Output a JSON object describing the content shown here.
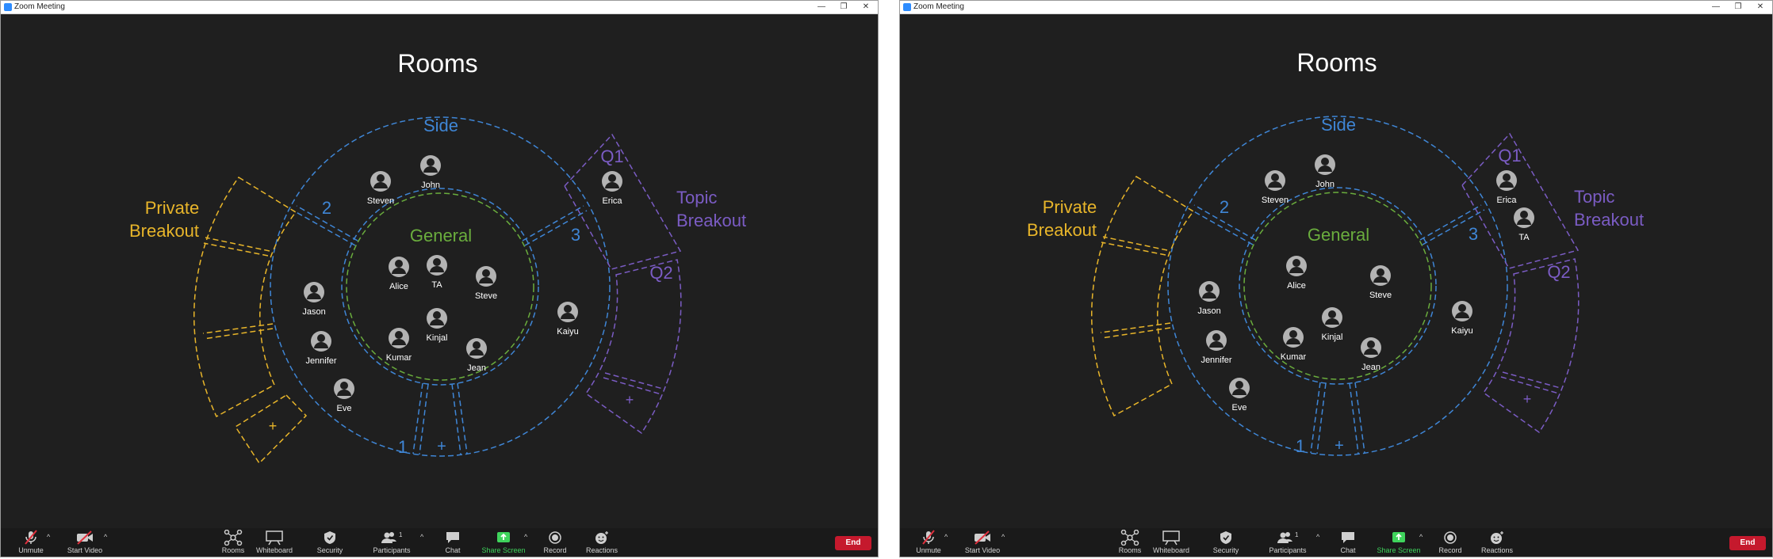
{
  "window": {
    "title": "Zoom Meeting",
    "controls": {
      "minimize": "—",
      "maximize": "❐",
      "close": "✕"
    }
  },
  "stage": {
    "heading": "Rooms",
    "main_room": {
      "label": "General",
      "participants": [
        "Alice",
        "TA",
        "Steve",
        "Kinjal",
        "Kumar",
        "Jean"
      ]
    },
    "side_room": {
      "label": "Side",
      "number_labels": [
        "2",
        "3",
        "1"
      ],
      "add_label": "+"
    },
    "private_breakout": {
      "label_line1": "Private",
      "label_line2": "Breakout",
      "add_label": "+"
    },
    "topic_breakout": {
      "label_line1": "Topic",
      "label_line2": "Breakout",
      "room1": "Q1",
      "room2": "Q2",
      "add_label": "+"
    }
  },
  "left_view": {
    "general_participants": [
      "Alice",
      "TA",
      "Steve",
      "Kinjal",
      "Kumar",
      "Jean"
    ],
    "side_participants": [
      "Steven",
      "John",
      "Jason",
      "Jennifer",
      "Eve",
      "Kaiyu"
    ],
    "q1_participants": [
      "Erica"
    ]
  },
  "right_view": {
    "general_participants": [
      "Alice",
      "Steve",
      "Kinjal",
      "Kumar",
      "Jean"
    ],
    "side_participants": [
      "Steven",
      "John",
      "Jason",
      "Jennifer",
      "Eve",
      "Kaiyu"
    ],
    "q1_participants": [
      "Erica",
      "TA"
    ]
  },
  "toolbar": {
    "unmute": "Unmute",
    "start_video": "Start Video",
    "rooms": "Rooms",
    "whiteboard": "Whiteboard",
    "security": "Security",
    "participants": "Participants",
    "participant_count": "1",
    "chat": "Chat",
    "share_screen": "Share Screen",
    "record": "Record",
    "reactions": "Reactions",
    "end": "End"
  },
  "colors": {
    "background": "#1f1f1f",
    "side_blue": "#3f86d6",
    "general_green": "#6aad3d",
    "private_yellow": "#e8b52a",
    "topic_purple": "#7b5cc4",
    "end_red": "#c5192d",
    "share_green": "#3fd45c",
    "avatar_gray": "#b3b3b3"
  }
}
